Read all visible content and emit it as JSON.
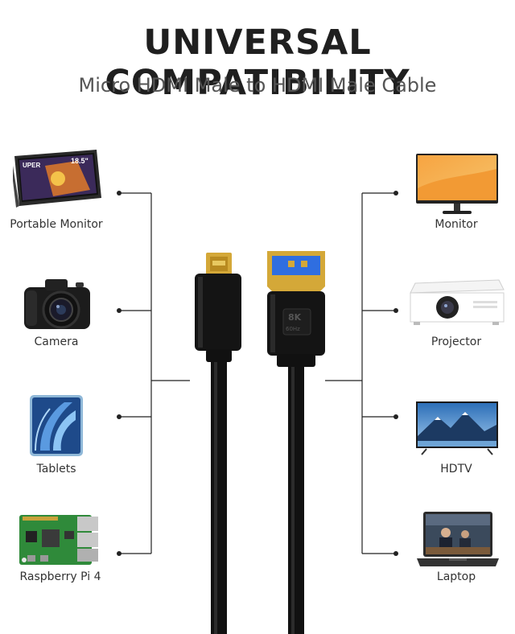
{
  "header": {
    "title": "UNIVERSAL COMPATIBILITY",
    "subtitle": "Micro HDMI Male to HDMI Male Cable"
  },
  "left_devices": [
    {
      "label": "Portable Monitor",
      "icon": "portable-monitor-icon",
      "screen_text": "UPER",
      "screen_size": "18.5\""
    },
    {
      "label": "Camera",
      "icon": "camera-icon"
    },
    {
      "label": "Tablets",
      "icon": "tablet-icon"
    },
    {
      "label": "Raspberry Pi 4",
      "icon": "raspberry-pi-icon"
    }
  ],
  "right_devices": [
    {
      "label": "Monitor",
      "icon": "monitor-icon"
    },
    {
      "label": "Projector",
      "icon": "projector-icon"
    },
    {
      "label": "HDTV",
      "icon": "hdtv-icon"
    },
    {
      "label": "Laptop",
      "icon": "laptop-icon"
    }
  ],
  "cable": {
    "hdmi_badge": "8K",
    "hdmi_sub": "60Hz"
  },
  "colors": {
    "line": "#222222",
    "cable": "#111111",
    "gold": "#d4a838",
    "port_blue": "#2f6ee0"
  }
}
